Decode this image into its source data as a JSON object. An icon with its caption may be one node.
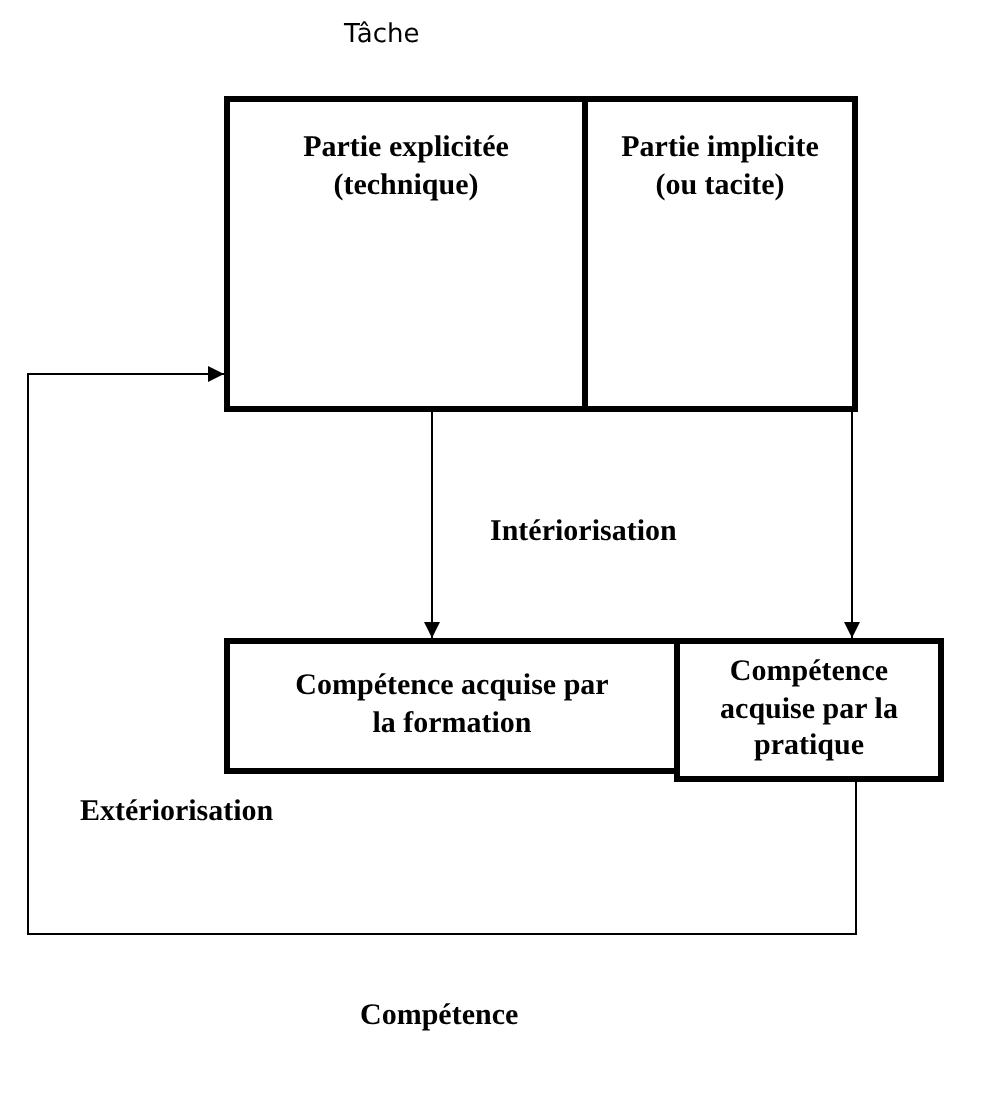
{
  "diagram": {
    "nodes": [
      {
        "text": [
          "Partie explicitée (technique)"
        ]
      },
      {
        "text": [
          "Partie implicite (ou tacite)"
        ]
      },
      {
        "text": [
          "Compétence acquise par la formation"
        ]
      },
      {
        "text": [
          "Compétence acquise par la pratique"
        ]
      }
    ],
    "edges": [
      {
        "from": 0,
        "to": 2,
        "arrow": "to"
      },
      {
        "from": 1,
        "to": 3,
        "arrow": "to"
      },
      {
        "from": 3,
        "to": 0,
        "arrow": "to",
        "label": "Extériorisation"
      }
    ],
    "labels": [
      "Tâche",
      "Intériorisation",
      "Compétence"
    ]
  }
}
